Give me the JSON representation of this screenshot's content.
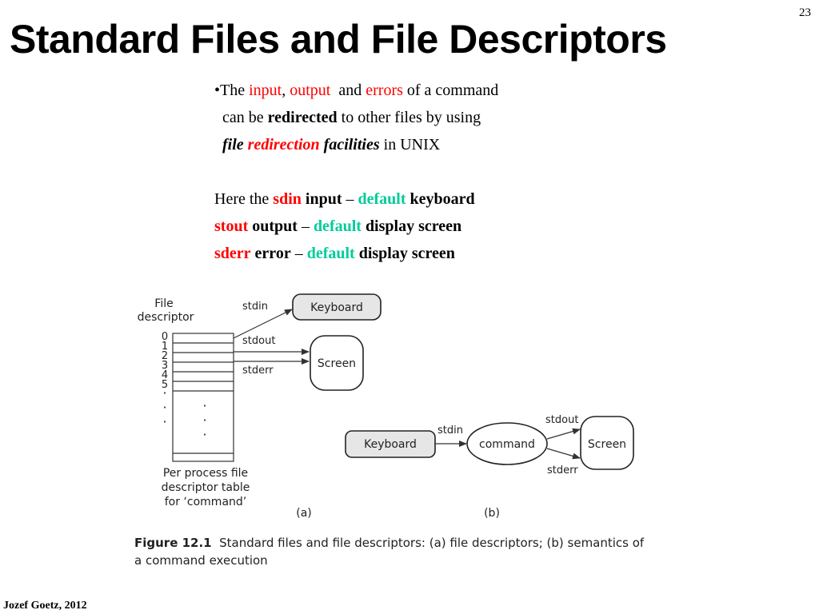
{
  "slide_number": "23",
  "title": "Standard Files and File Descriptors",
  "bullet": {
    "line1": {
      "pre": "•The ",
      "w1": "input",
      "c1": ",",
      "w2": "output",
      "mid": "  and ",
      "w3": "errors",
      "post": " of a command"
    },
    "line2": {
      "pre": "can be ",
      "bold": "redirected",
      "post": " to other files by using"
    },
    "line3": {
      "a": "file",
      "b": "redirection",
      "c": "facilities",
      "post": " in UNIX"
    }
  },
  "defaults": [
    {
      "pre": "Here the ",
      "name": "sdin",
      "kind": "input",
      "dash": " – ",
      "default_word": "default",
      "device": "keyboard"
    },
    {
      "pre": "",
      "name": "stout",
      "kind": "output",
      "dash": " – ",
      "default_word": "default",
      "device": "display screen"
    },
    {
      "pre": "",
      "name": "sderr",
      "kind": "error",
      "dash": " – ",
      "default_word": "default",
      "device": "display screen"
    }
  ],
  "figure": {
    "fd_label_1": "File",
    "fd_label_2": "descriptor",
    "indices": [
      "0",
      "1",
      "2",
      "3",
      "4",
      "5",
      "·",
      "·",
      "·"
    ],
    "stdin": "stdin",
    "stdout": "stdout",
    "stderr": "stderr",
    "keyboard": "Keyboard",
    "screen": "Screen",
    "command": "command",
    "table_caption": [
      "Per process file",
      "descriptor table",
      "for ‘command’"
    ],
    "label_a": "(a)",
    "label_b": "(b)",
    "dots": "·"
  },
  "caption": {
    "label": "Figure 12.1",
    "text": "Standard files and file descriptors: (a) file descriptors; (b) semantics of a command execution"
  },
  "footer": "Jozef Goetz, 2012",
  "colors": {
    "highlight_red": "#ff0000",
    "highlight_green": "#00cc99",
    "box_fill": "#e6e6e6"
  }
}
